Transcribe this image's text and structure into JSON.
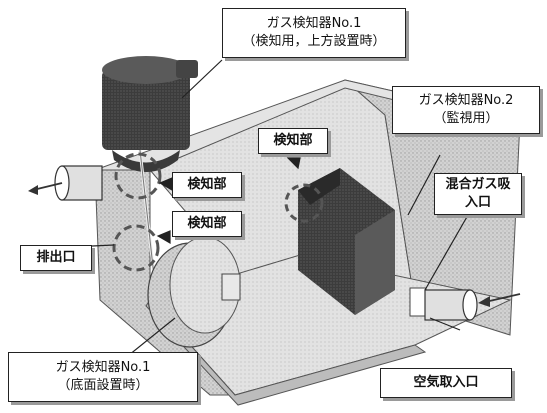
{
  "labels": {
    "detector1_top": {
      "line1": "ガス検知器No.1",
      "line2": "（検知用，上方設置時）"
    },
    "detector2": {
      "line1": "ガス検知器No.2",
      "line2": "（監視用）"
    },
    "detector1_bottom": {
      "line1": "ガス検知器No.1",
      "line2": "（底面設置時）"
    },
    "sensor_top": "検知部",
    "sensor_bottom": "検知部",
    "sensor_center": "検知部",
    "exhaust": "排出口",
    "mixed_gas_inlet": {
      "line1": "混合ガス吸",
      "line2": "入口"
    },
    "air_inlet": "空気取入口"
  },
  "colors": {
    "box_face": "#cdcdcd",
    "detector_body": "#505050",
    "detector_cap": "#4a4a4a",
    "bottom_sensor": "#bdbdbd",
    "center_block": "#3f3f3f",
    "dashed_circle": "#555555"
  }
}
